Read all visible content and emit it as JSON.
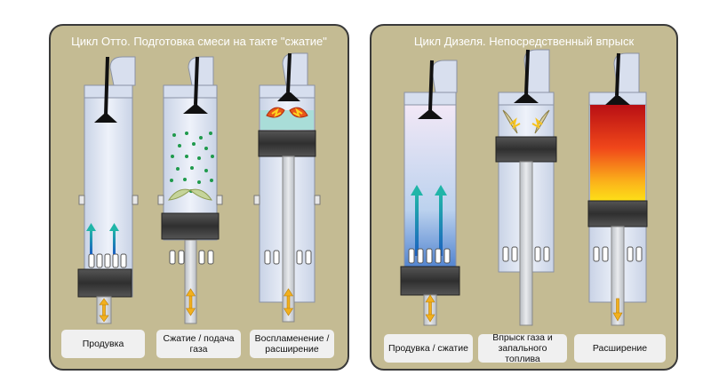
{
  "panels": {
    "otto": {
      "title": "Цикл Отто. Подготовка смеси на такте \"сжатие\"",
      "steps": [
        {
          "label": "Продувка"
        },
        {
          "label": "Сжатие / подача газа"
        },
        {
          "label": "Воспламенение / расширение"
        }
      ]
    },
    "diesel": {
      "title": "Цикл Дизеля. Непосредственный впрыск",
      "steps": [
        {
          "label": "Продувка / сжатие"
        },
        {
          "label": "Впрыск газа и запального топлива"
        },
        {
          "label": "Расширение"
        }
      ]
    }
  },
  "colors": {
    "panel_bg": "#c4bb93",
    "cylinder": "#e4ebf6",
    "piston": "#444444",
    "arrow": "#f2b01e",
    "scavenge_arrow": "#1ca3a8"
  }
}
